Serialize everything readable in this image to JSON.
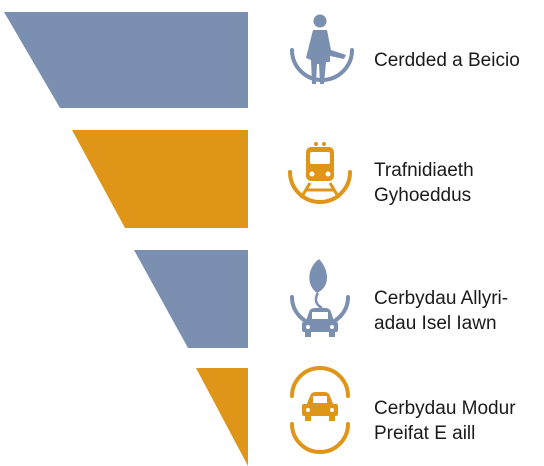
{
  "hierarchy": {
    "colors": {
      "blue": "#7b8fb1",
      "orange": "#de9518"
    },
    "tiers": [
      {
        "lines": [
          "Cerdded a Beicio"
        ],
        "color": "blue",
        "icon": "pedestrian-icon"
      },
      {
        "lines": [
          "Trafnidiaeth",
          "Gyhoeddus"
        ],
        "color": "orange",
        "icon": "train-icon"
      },
      {
        "lines": [
          "Cerbydau Allyri-",
          "adau Isel Iawn"
        ],
        "color": "blue",
        "icon": "leaf-car-icon"
      },
      {
        "lines": [
          "Cerbydau Modur",
          "Preifat E aill"
        ],
        "color": "orange",
        "icon": "car-icon"
      }
    ]
  }
}
